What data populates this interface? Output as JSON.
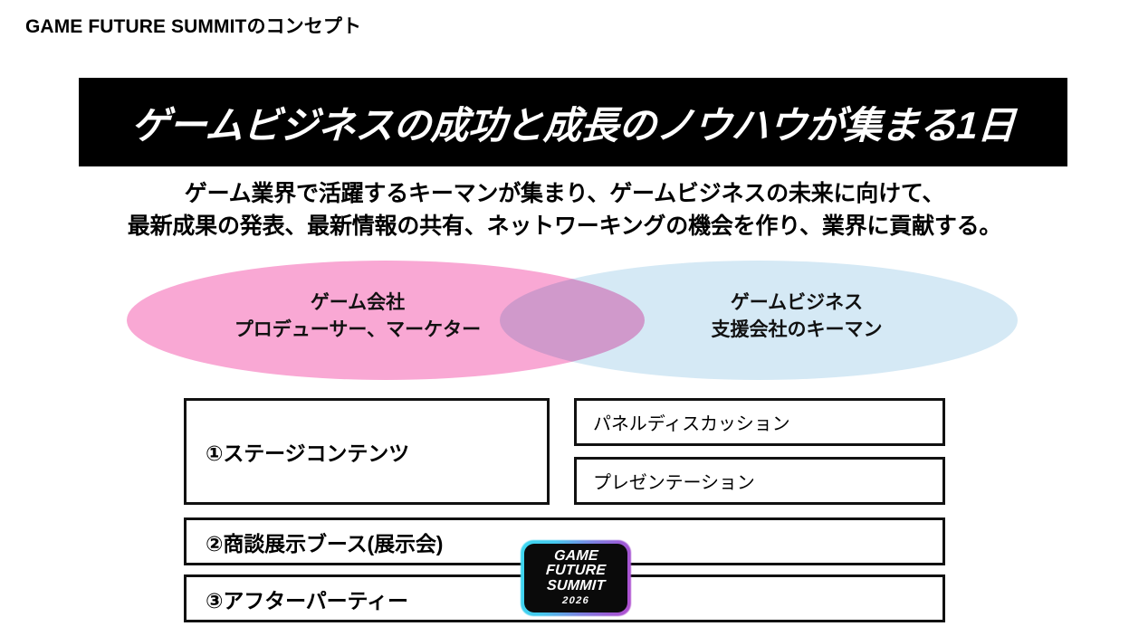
{
  "page": {
    "title": "GAME FUTURE SUMMITのコンセプト"
  },
  "banner": {
    "headline": "ゲームビジネスの成功と成長のノウハウが集まる1日",
    "background_color": "#000000",
    "text_color": "#ffffff"
  },
  "lead": {
    "line1": "ゲーム業界で活躍するキーマンが集まり、ゲームビジネスの未来に向けて、",
    "line2": "最新成果の発表、最新情報の共有、ネットワーキングの機会を作り、業界に貢献する。"
  },
  "venn": {
    "left": {
      "line1": "ゲーム会社",
      "line2": "プロデューサー、マーケター",
      "color": "#f9a8d4"
    },
    "right": {
      "line1": "ゲームビジネス",
      "line2": "支援会社のキーマン",
      "color": "#d5e9f5"
    },
    "overlap_color": "#cdbce0",
    "logo": {
      "line1": "GAME",
      "line2": "FUTURE",
      "line3": "SUMMIT",
      "year": "2026",
      "glow_start_color": "#3dd8f0",
      "glow_end_color": "#9b5cd6",
      "plate_color": "#0a0a0a"
    }
  },
  "content": {
    "items": [
      {
        "label": "①ステージコンテンツ"
      },
      {
        "label": "②商談展示ブース(展示会)"
      },
      {
        "label": "③アフターパーティー"
      }
    ],
    "stage_details": [
      {
        "label": "パネルディスカッション"
      },
      {
        "label": "プレゼンテーション"
      }
    ]
  }
}
